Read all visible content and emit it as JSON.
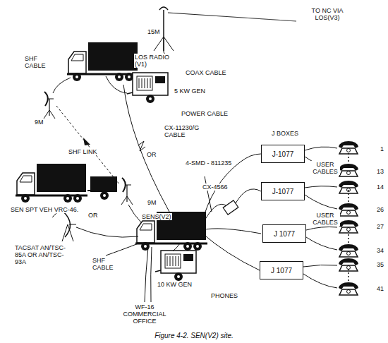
{
  "diagram": {
    "caption": "Figure 4-2. SEN(V2) site.",
    "nodes": [
      {
        "text": [
          "J-1077"
        ]
      },
      {
        "text": [
          "J-1077"
        ]
      },
      {
        "text": [
          "J 1077"
        ]
      },
      {
        "text": [
          "J 1077"
        ]
      }
    ],
    "labels": [
      "TO NC VIA LOS(V3)",
      "15M",
      "LOS RADIO (V1)",
      "SHF CABLE",
      "5 KW GEN",
      "COAX CABLE",
      "POWER CABLE",
      "9M",
      "OR",
      "CX-11230/G CABLE",
      "4-SMD - 811235",
      "J BOXES",
      "CX-4566",
      "USER CABLES",
      "1",
      "13",
      "14",
      "26",
      "SHF LINK",
      "SEN SPT VEH VRC-46.",
      "9M",
      "SENS(V2)",
      "USER CABLES",
      "27",
      "34",
      "35",
      "41",
      "OR",
      "TACSAT AN/TSC-85A OR AN/TSC-93A",
      "SHF CABLE",
      "10 KW GEN",
      "PHONES",
      "WF-16 COMMERCIAL OFFICE"
    ]
  }
}
